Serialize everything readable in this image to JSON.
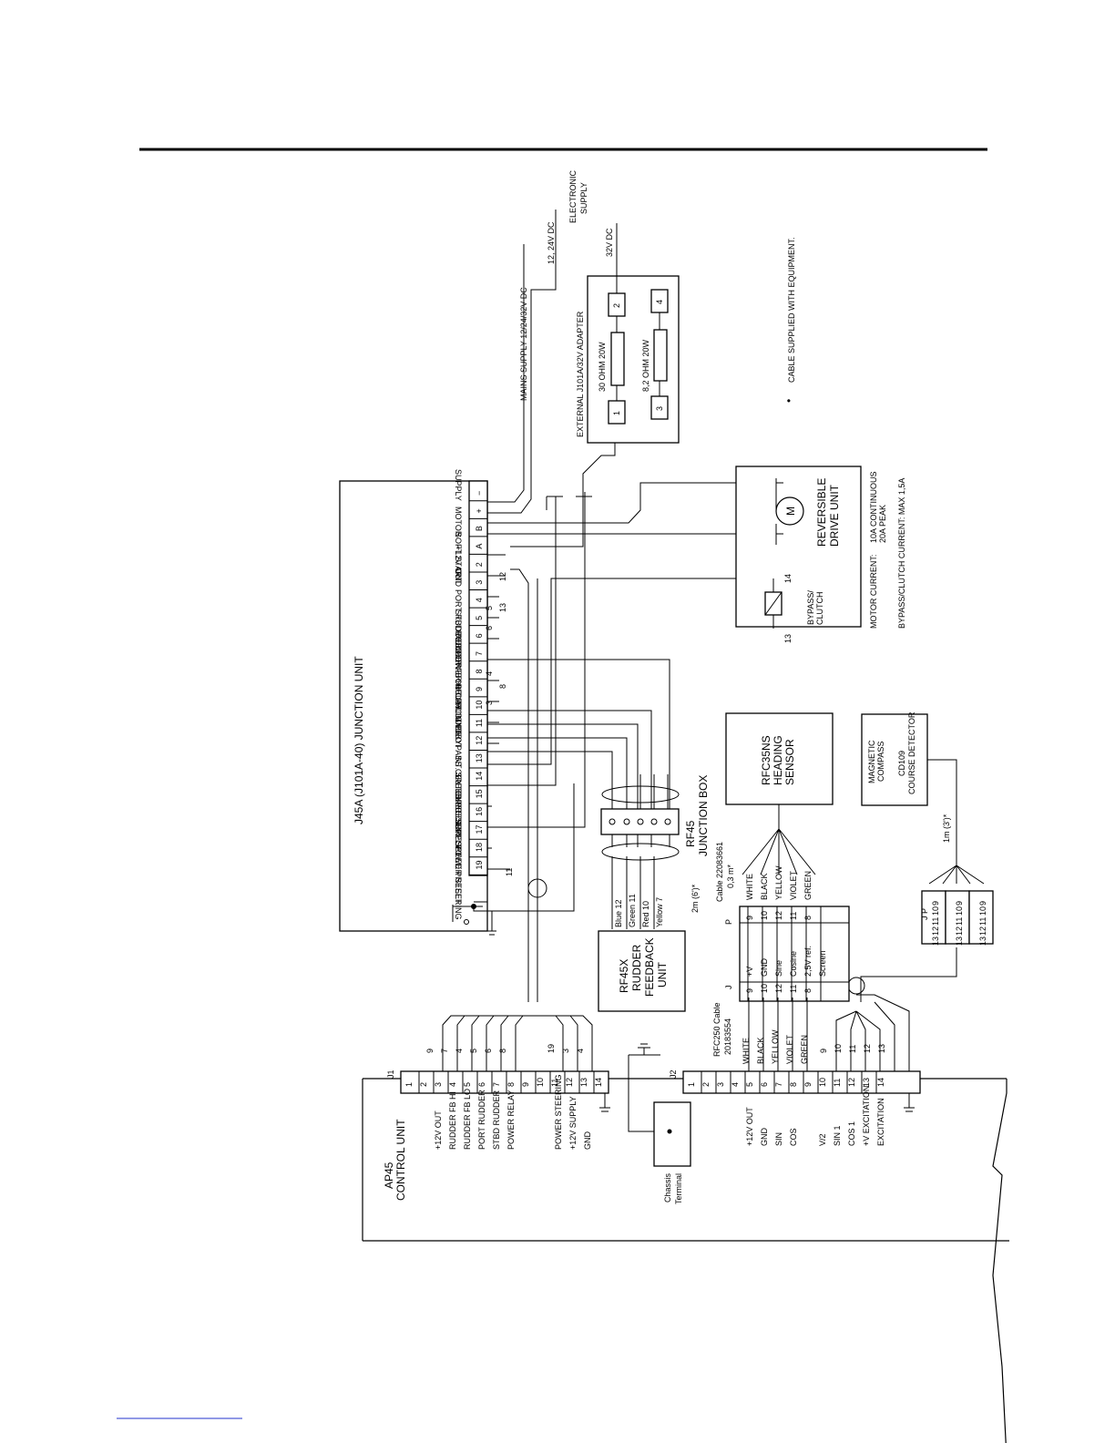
{
  "junction_unit": {
    "title": "J45A (J101A-40)  JUNCTION  UNIT",
    "terminals": [
      "−",
      "+",
      "B",
      "A",
      "2",
      "3",
      "4",
      "5",
      "6",
      "7",
      "8",
      "9",
      "10",
      "11",
      "12",
      "13",
      "14",
      "15",
      "16",
      "17",
      "18",
      "19"
    ],
    "labels": {
      "supply": "SUPPLY",
      "motor": "MOTOR",
      "soft_start": "SOFT START",
      "out12": "+12V OUT",
      "gnd": "GND",
      "port_rudder": "PORT RUDDER",
      "stbd_rudder": "STBD RUDDER",
      "rudder_fb_hi": "RUDDER FB HI",
      "power_relay": "POWER RELAY",
      "out_from_pilot": "+ OUT FROM PILOT",
      "out_plus": "+ OUT",
      "rudder": "RUDDER",
      "gnd2": "GND",
      "bypass_clutch": "BYPASS CLUTCH",
      "int_speed": "INT. SPEED PRESET",
      "ext_speed": "EXT. SPEED PRESET",
      "elec_supply": "ELEC. SUPPLY",
      "ext_speed2": "EXT. SPEED PRESET",
      "power_steering": "POWER STEERING"
    },
    "cross_numbers": [
      "12",
      "5",
      "13",
      "6",
      "4",
      "8",
      "3",
      "11"
    ]
  },
  "mains_supply": "MAINS SUPPLY 12/24/32V DC",
  "dc_1224": "12, 24V DC",
  "electronic_supply": [
    "ELECTRONIC",
    "SUPPLY"
  ],
  "dc_32": "32V DC",
  "adapter": {
    "title": "EXTERNAL J101A/32V ADAPTER",
    "r1": "30 OHM 20W",
    "r2": "8,2 OHM 20W",
    "pins": [
      "1",
      "2",
      "3",
      "4"
    ]
  },
  "note": "CABLE SUPPLIED WITH EQUIPMENT.",
  "note_bullet": "•",
  "drive_unit": {
    "title": [
      "REVERSIBLE",
      "DRIVE UNIT"
    ],
    "motor_symbol": "M",
    "bypass_clutch": [
      "BYPASS/",
      "CLUTCH"
    ],
    "pin_a": "14",
    "pin_b": "13",
    "motor_current_label": "MOTOR CURRENT:",
    "motor_current_values": [
      "10A CONTINUOUS",
      "20A PEAK"
    ],
    "bypass_current": "BYPASS/CLUTCH CURRENT: MAX 1,5A"
  },
  "heading_sensor": [
    "RFC35NS",
    "HEADING",
    "SENSOR"
  ],
  "compass": [
    "MAGNETIC",
    "COMPASS",
    "CD109",
    "COURSE DETECTOR"
  ],
  "rf45_box": [
    "RF45",
    "JUNCTION  BOX"
  ],
  "rf45x": [
    "RF45X",
    "RUDDER",
    "FEEDBACK",
    "UNIT"
  ],
  "rf45x_wires": [
    "Blue 12",
    "Green 11",
    "Red 10",
    "Yellow 7"
  ],
  "cable_2m": "2m (6')*",
  "cable_1m": "1m (3')*",
  "cable_22083661": [
    "Cable 22083661",
    "0,3 m*"
  ],
  "rfc250_cable": [
    "RFC250 Cable",
    "20183554"
  ],
  "connector_p": "P",
  "connector_j": "J",
  "jp_label": "J  P",
  "sensor_plug": {
    "p_pins": [
      "9",
      "10",
      "12",
      "11",
      "8"
    ],
    "j_pins": [
      "9",
      "10",
      "12",
      "11",
      "8"
    ],
    "signals": [
      "+V",
      "GND",
      "Sine",
      "Cosine",
      "2,5V ref.",
      "Screen"
    ]
  },
  "sensor_wires": [
    "WHITE",
    "BLACK",
    "YELLOW",
    "VIOLET",
    "GREEN"
  ],
  "j2_wires": [
    "WHITE",
    "BLACK",
    "YELLOW",
    "VIOLET",
    "GREEN"
  ],
  "compass_pins": [
    "9",
    "10",
    "11",
    "12",
    "13"
  ],
  "j1_wire_numbers": [
    "9",
    "7",
    "4",
    "5",
    "6",
    "8",
    "19",
    "3",
    "4"
  ],
  "j2_wire_numbers": [
    "9",
    "10",
    "11",
    "12",
    "13"
  ],
  "wire_11": "11",
  "control_unit": {
    "title": [
      "AP45",
      "CONTROL UNIT"
    ],
    "j1": "J1",
    "j2": "J2",
    "j1_pins": [
      "1",
      "2",
      "3",
      "4",
      "5",
      "6",
      "7",
      "8",
      "9",
      "10",
      "11",
      "12",
      "13",
      "14"
    ],
    "j1_labels": [
      "+12V OUT",
      "RUDDER FB HI",
      "RUDDER FB LO",
      "PORT RUDDER",
      "STBD RUDDER",
      "POWER RELAY",
      "POWER STEERING",
      "+12V SUPPLY",
      "GND"
    ],
    "j2_pins": [
      "1",
      "2",
      "3",
      "4",
      "5",
      "6",
      "7",
      "8",
      "9",
      "10",
      "11",
      "12",
      "13",
      "14"
    ],
    "j2_labels": [
      "+12V OUT",
      "GND",
      "SIN",
      "COS",
      "V/2",
      "SIN 1",
      "COS 1",
      "+V EXCITATION",
      "EXCITATION"
    ]
  },
  "chassis_terminal": [
    "Chassis",
    "Terminal"
  ]
}
